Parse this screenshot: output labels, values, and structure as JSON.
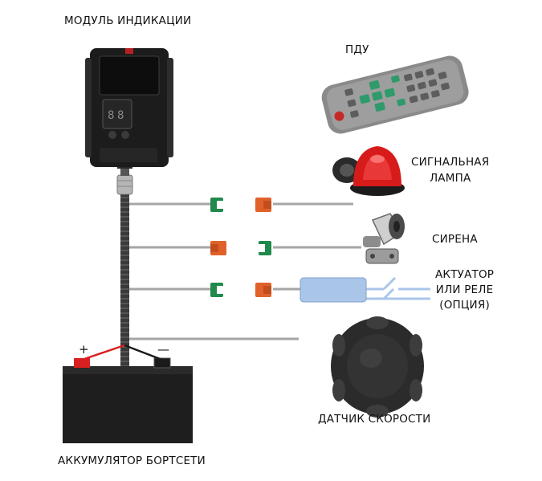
{
  "labels": {
    "module": "МОДУЛЬ ИНДИКАЦИИ",
    "remote": "ПДУ",
    "lamp_line1": "СИГНАЛЬНАЯ",
    "lamp_line2": "ЛАМПА",
    "siren": "СИРЕНА",
    "actuator_line1": "АКТУАТОР",
    "actuator_line2": "ИЛИ РЕЛЕ",
    "actuator_line3": "(ОПЦИЯ)",
    "speed_sensor": "ДАТЧИК СКОРОСТИ",
    "battery": "АККУМУЛЯТОР БОРТСЕТИ"
  },
  "battery_terminals": {
    "plus": "+",
    "minus": "—"
  },
  "colors": {
    "wire": "#a6a6a6",
    "connector_green": "#1f8a4c",
    "connector_orange": "#e0622a",
    "battery": "#1e1e1e",
    "terminal_red": "#d92020",
    "lamp_red": "#d71a1a",
    "relay_blue": "#a9c6e8",
    "remote_body": "#8a8a8a",
    "remote_key_green": "#2f9a6a"
  }
}
